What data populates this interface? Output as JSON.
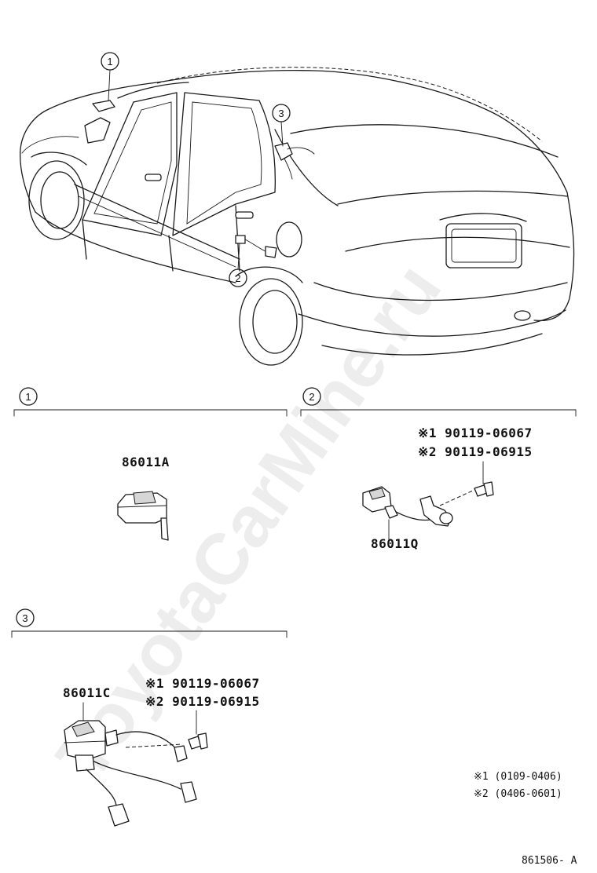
{
  "watermark": "ToyotaCarMine.ru",
  "callouts": {
    "c1": "1",
    "c2": "2",
    "c3": "3"
  },
  "sections": [
    {
      "number": "1",
      "parts": {
        "main": "86011A"
      }
    },
    {
      "number": "2",
      "parts": {
        "main": "86011Q",
        "bolt_1": "※1 90119-06067",
        "bolt_2": "※2 90119-06915"
      }
    },
    {
      "number": "3",
      "parts": {
        "main": "86011C",
        "bolt_1": "※1 90119-06067",
        "bolt_2": "※2 90119-06915"
      }
    }
  ],
  "legend": {
    "note_1": "※1 (0109-0406)",
    "note_2": "※2 (0406-0601)"
  },
  "diagram_id": "861506- A"
}
